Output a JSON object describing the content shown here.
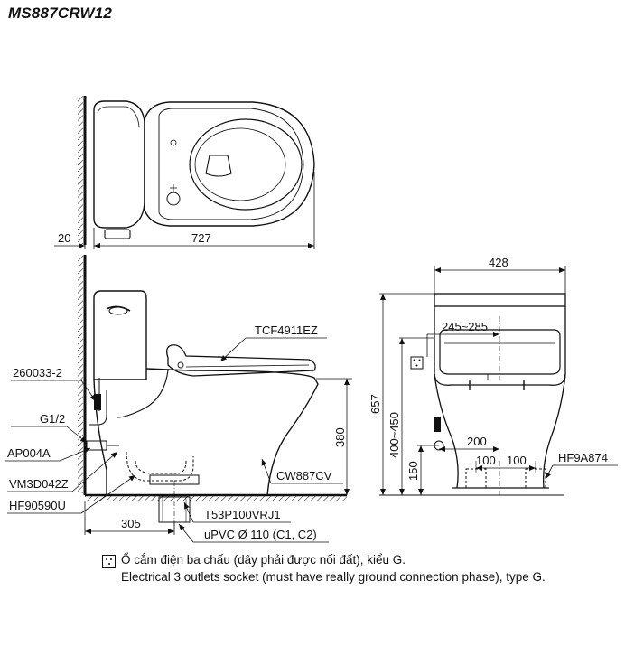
{
  "title": "MS887CRW12",
  "top_view": {
    "dim_wall": "20",
    "dim_length": "727"
  },
  "side_view": {
    "seat_label": "TCF4911EZ",
    "bowl_label": "CW887CV",
    "height_label": "380",
    "offset_label": "305",
    "parts": [
      "260033-2",
      "G1/2",
      "AP004A",
      "VM3D042Z",
      "HF90590U"
    ],
    "drain_parts": [
      "T53P100VRJ1",
      "uPVC Ø 110 (C1, C2)"
    ]
  },
  "front_view": {
    "width": "428",
    "inlet_range": "245~285",
    "height": "657",
    "height_range": "400~450",
    "inlet_height": "150",
    "dim_200": "200",
    "dim_100a": "100",
    "dim_100b": "100",
    "part": "HF9A874"
  },
  "notes": {
    "line1": "Ổ cắm điện ba chấu (dây phải được nối đất), kiểu G.",
    "line2": "Electrical 3 outlets socket (must have really ground connection phase), type G."
  }
}
